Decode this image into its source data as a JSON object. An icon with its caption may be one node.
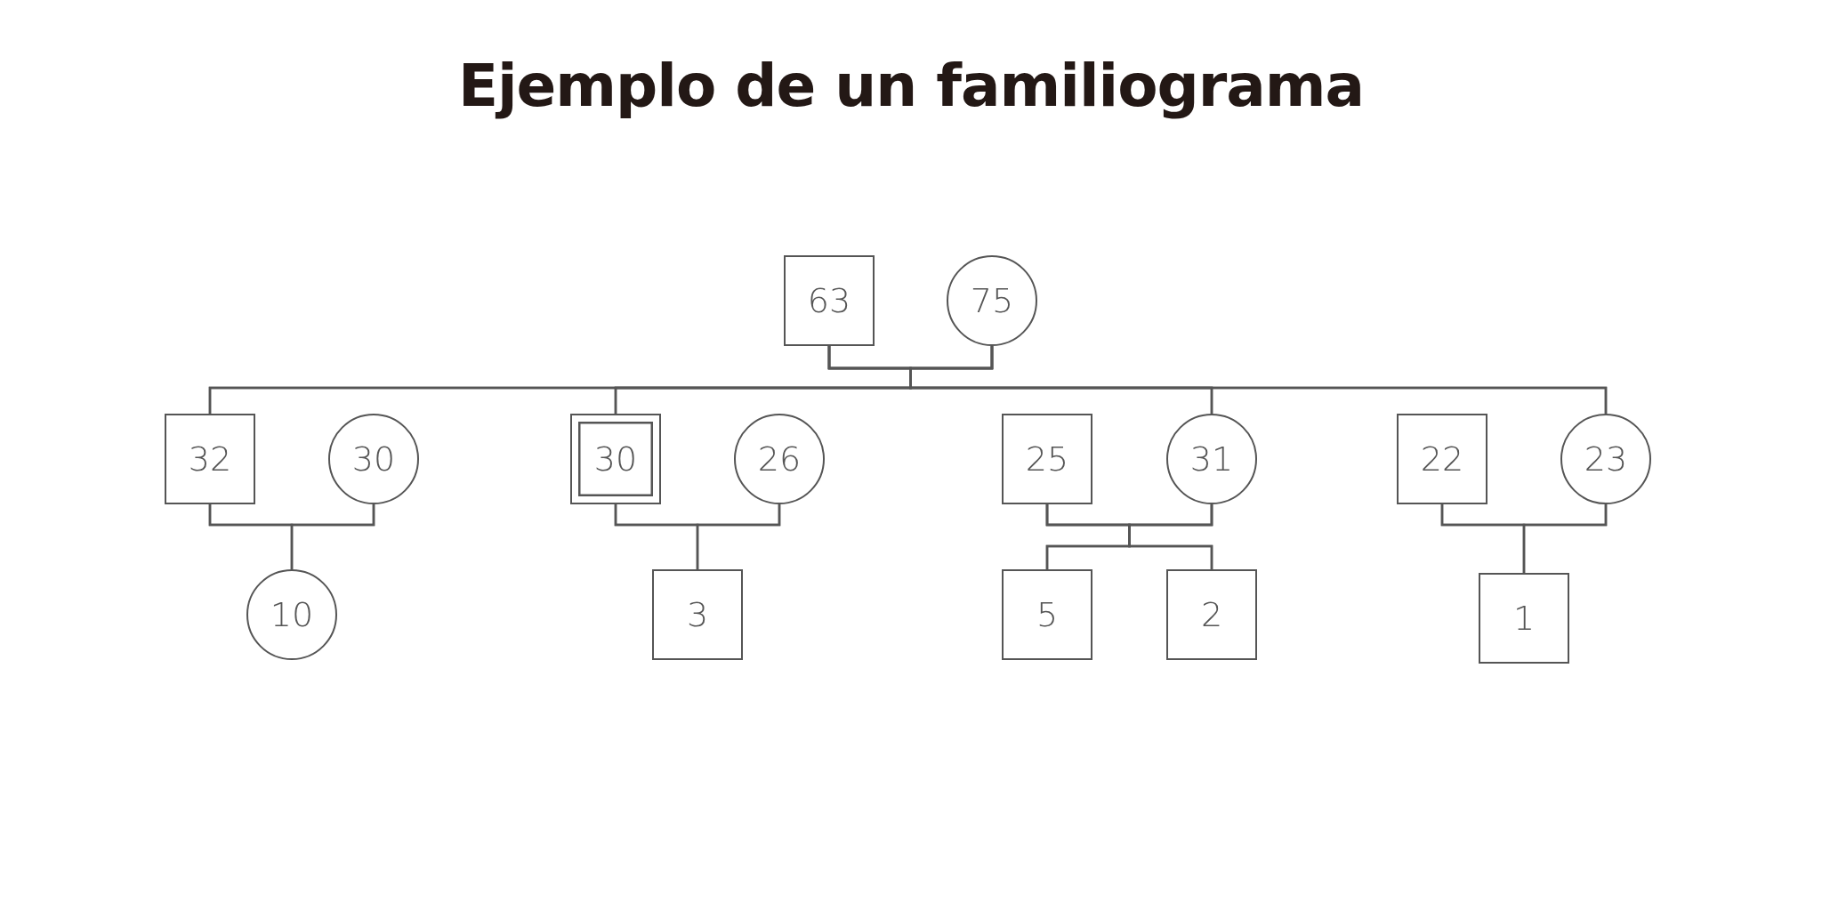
{
  "diagram": {
    "title": "Ejemplo de un familiograma",
    "nodes": [
      {
        "text": [
          "63"
        ]
      },
      {
        "text": [
          "75"
        ]
      },
      {
        "text": [
          "32"
        ]
      },
      {
        "text": [
          "30"
        ]
      },
      {
        "text": [
          "30"
        ]
      },
      {
        "text": [
          "26"
        ]
      },
      {
        "text": [
          "25"
        ]
      },
      {
        "text": [
          "31"
        ]
      },
      {
        "text": [
          "22"
        ]
      },
      {
        "text": [
          "23"
        ]
      },
      {
        "text": [
          "10"
        ]
      },
      {
        "text": [
          "3"
        ]
      },
      {
        "text": [
          "5"
        ]
      },
      {
        "text": [
          "2"
        ]
      },
      {
        "text": [
          "1"
        ]
      }
    ],
    "edges": [
      {
        "from": 0,
        "to": 1,
        "arrow": "none"
      },
      {
        "from": 0,
        "to": 2,
        "arrow": "none"
      },
      {
        "from": 0,
        "to": 4,
        "arrow": "none"
      },
      {
        "from": 0,
        "to": 7,
        "arrow": "none"
      },
      {
        "from": 0,
        "to": 9,
        "arrow": "none"
      },
      {
        "from": 1,
        "to": 2,
        "arrow": "none"
      },
      {
        "from": 1,
        "to": 4,
        "arrow": "none"
      },
      {
        "from": 1,
        "to": 7,
        "arrow": "none"
      },
      {
        "from": 1,
        "to": 9,
        "arrow": "none"
      },
      {
        "from": 2,
        "to": 3,
        "arrow": "none"
      },
      {
        "from": 2,
        "to": 10,
        "arrow": "none"
      },
      {
        "from": 3,
        "to": 10,
        "arrow": "none"
      },
      {
        "from": 4,
        "to": 5,
        "arrow": "none"
      },
      {
        "from": 4,
        "to": 11,
        "arrow": "none"
      },
      {
        "from": 5,
        "to": 11,
        "arrow": "none"
      },
      {
        "from": 6,
        "to": 7,
        "arrow": "none"
      },
      {
        "from": 6,
        "to": 12,
        "arrow": "none"
      },
      {
        "from": 6,
        "to": 13,
        "arrow": "none"
      },
      {
        "from": 7,
        "to": 12,
        "arrow": "none"
      },
      {
        "from": 7,
        "to": 13,
        "arrow": "none"
      },
      {
        "from": 8,
        "to": 9,
        "arrow": "none"
      },
      {
        "from": 8,
        "to": 14,
        "arrow": "none"
      },
      {
        "from": 9,
        "to": 14,
        "arrow": "none"
      }
    ]
  }
}
